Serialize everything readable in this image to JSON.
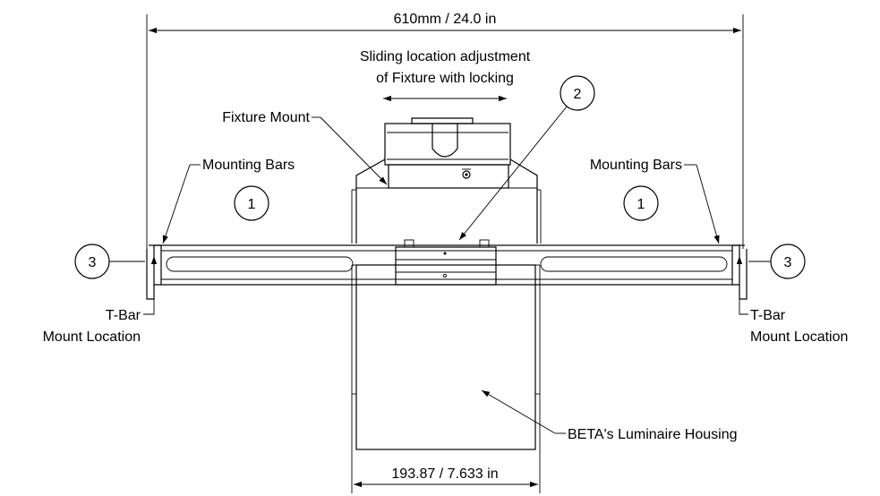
{
  "dimensions": {
    "overall_width": "610mm / 24.0 in",
    "housing_width": "193.87 / 7.633 in"
  },
  "notes": {
    "sliding_line1": "Sliding location adjustment",
    "sliding_line2": "of Fixture with locking"
  },
  "labels": {
    "fixture_mount": "Fixture Mount",
    "mounting_bars_left": "Mounting Bars",
    "mounting_bars_right": "Mounting Bars",
    "tbar_left_line1": "T-Bar",
    "tbar_left_line2": "Mount Location",
    "tbar_right_line1": "T-Bar",
    "tbar_right_line2": "Mount Location",
    "housing": "BETA's Luminaire Housing"
  },
  "callouts": {
    "one_left": "1",
    "one_right": "1",
    "two": "2",
    "three_left": "3",
    "three_right": "3"
  }
}
